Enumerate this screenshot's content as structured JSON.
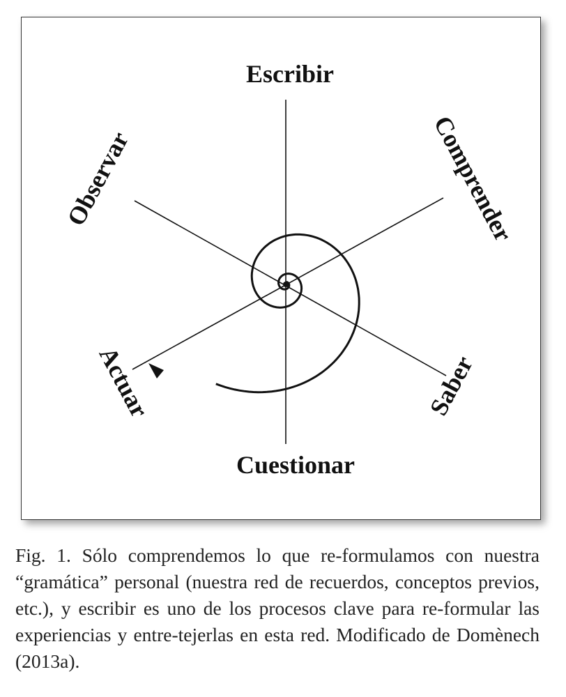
{
  "diagram": {
    "labels": {
      "top": "Escribir",
      "top_right": "Comprender",
      "bottom_right": "Saber",
      "bottom": "Cuestionar",
      "bottom_left": "Actuar",
      "top_left": "Observar"
    },
    "line_color": "#111111"
  },
  "caption": {
    "text": "Fig. 1. Sólo comprendemos lo que re-formulamos con nuestra “gramática” personal (nuestra red de recuerdos, conceptos previos, etc.), y escribir es uno de los procesos clave para re-formular las experiencias y entre-tejerlas en esta red. Modificado de Domènech (2013a)."
  }
}
